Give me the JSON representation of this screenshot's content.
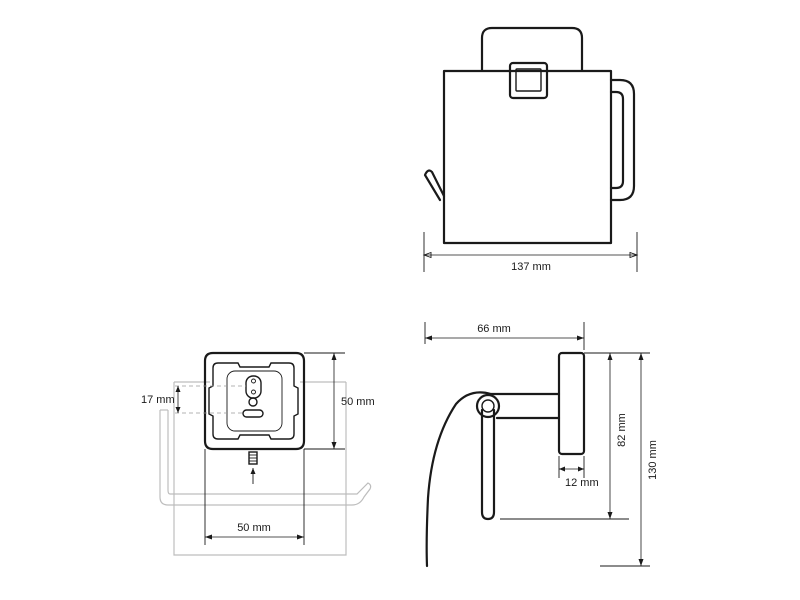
{
  "dimensions": {
    "width_front": "137 mm",
    "depth_top": "66 mm",
    "plate_width": "50 mm",
    "plate_height": "50 mm",
    "hole_spacing": "17 mm",
    "plate_thickness": "12 mm",
    "cover_height": "82 mm",
    "overall_height": "130 mm"
  },
  "colors": {
    "line": "#1a1a1a",
    "ghost": "#bdbdbd",
    "background": "#ffffff"
  }
}
